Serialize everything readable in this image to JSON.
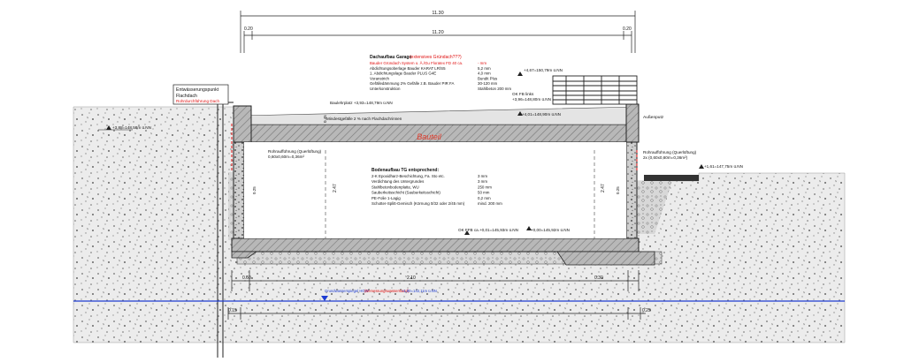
{
  "dimensions": {
    "overall": "11.30",
    "inner": "11.20",
    "left_wall": "0.20",
    "right_wall": "0.20",
    "bottom_left": "0.60",
    "bottom_mid": "2.10",
    "bottom_right": "0.30",
    "foot_left": "0.15",
    "foot_right": "0.25",
    "wall_height": "2.47",
    "roof_thk": "0.45",
    "wall_thk_left": "0.25",
    "wall_thk_right": "0.25"
  },
  "labels": {
    "drainage_title": "Entwässerungspunkt",
    "drainage_sub": "Flachdach",
    "drainage_red": "Rohrdurchführung Dach",
    "level_left_ground": "+3,88=148,58m ü.NN",
    "level_roof_top": "Baulehrplatz +3,93=148,79m ü.NN",
    "slope_note": "Mindestgefälle 2 % nach Flachdachrinnen",
    "level_okfb_top": "OK FB  links",
    "level_okfb_value": "+3,96=148,80m ü.NN",
    "level_parapet": "+4,67=150,79m ü.NN",
    "level_roof_right": "+4,01=148,90m ü.NN",
    "outer_plaster": "Außenputz",
    "left_opening": "Rohraufführung (Querlüftung)",
    "left_opening_size": "0,60x0,60m=0,36m²",
    "right_opening": "Rohraufführung (Querlüftung)",
    "right_opening_size": "2x (0,60x0,60m=0,36m²)",
    "right_ground": "+1,61=147,75m ü.NN",
    "red_stamp": "Bauteil",
    "floor_level_mid": "OK FFB ca.+0,01=145,93m ü.NN",
    "floor_level_right": "+0,00=145,92m ü.NN",
    "groundwater_label": "Grundwasserspiegel HGW",
    "groundwater_red": "(Bemessungswasserstand)",
    "groundwater_value": "+1,80=142,11m ü.NN"
  },
  "roof_build": {
    "title": "Dachaufbau Garage",
    "title_red": "(extensives Gründach???)",
    "rows": [
      {
        "name": "Bauder Gründach System o. Ä./Gu Floratex FD 40 ca.",
        "value": "- mm",
        "red": true
      },
      {
        "name": "Abdichtungsoberlage Bauder KARAT LR/S5",
        "value": "5,2 mm",
        "red": false
      },
      {
        "name": "1. Abdichtungslage Bauder PLUS G4E",
        "value": "4,0 mm",
        "red": false
      },
      {
        "name": "Voranstrich",
        "value": "Bundit Plus",
        "red": false
      },
      {
        "name": "Gefälledämmung 2% Gefälle  z.B. Bauder PIR FA",
        "value": "30-120 mm",
        "red": false
      },
      {
        "name": "Unterkonstruktion",
        "value": "Stahlbeton 200 mm",
        "red": false
      }
    ]
  },
  "floor_build": {
    "title": "Bodenaufbau TG entsprechend:",
    "rows": [
      {
        "name": "2-K Epoxidharz-Beschichtung, Fa. Sto etc.",
        "value": "3 mm"
      },
      {
        "name": "Verdichtung des Untergrundes",
        "value": "3 mm"
      },
      {
        "name": "Stahlbetonbodenplatte, WU",
        "value": "250 mm"
      },
      {
        "name": "Sauberkeitsschicht (Sauberkeitsschicht)",
        "value": "50 mm"
      },
      {
        "name": "PE-Folie 1-Lagig",
        "value": "0,2 mm"
      },
      {
        "name": "Schotter-Splitt-Gemisch (Körnung 0/32 oder 2/45 mm)",
        "value": "mind. 200 mm"
      }
    ]
  },
  "colors": {
    "soil_fill": "#e9e9e9",
    "concrete_hatch": "#8c8c8c",
    "groundwater_line": "#1e3cd2",
    "annotation_red": "#e01010",
    "stamp_red": "#e03a2a",
    "line_dark": "#1a1a1a"
  }
}
